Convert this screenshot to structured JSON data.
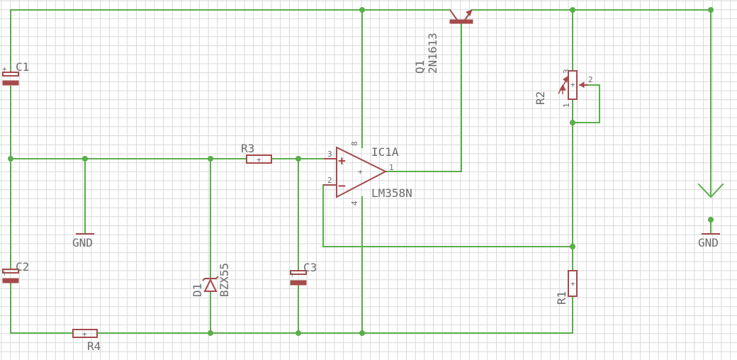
{
  "colors": {
    "background": "#ffffff",
    "grid": "#d9d9d9",
    "wire": "#5aae4b",
    "component": "#a54a4a",
    "label": "#6b6b6b"
  },
  "components": {
    "c1": {
      "name": "C1",
      "polarity": "+"
    },
    "c2": {
      "name": "C2",
      "polarity": "+"
    },
    "c3": {
      "name": "C3",
      "polarity": "+"
    },
    "r1": {
      "name": "R1"
    },
    "r2": {
      "name": "R2",
      "pin1": "1",
      "pin2": "2",
      "pin3": "3"
    },
    "r3": {
      "name": "R3"
    },
    "r4": {
      "name": "R4"
    },
    "d1": {
      "name": "D1",
      "value": "BZX55"
    },
    "q1": {
      "name": "Q1",
      "value": "2N1613"
    },
    "ic1": {
      "name": "IC1A",
      "value": "LM358N",
      "pin_plus": "3",
      "pin_minus": "2",
      "pin_out": "1",
      "pin_vcc": "8",
      "pin_gnd": "4",
      "plus_sign": "+",
      "minus_sign": "−"
    },
    "gnd_left": {
      "name": "GND"
    },
    "gnd_right": {
      "name": "GND"
    }
  }
}
